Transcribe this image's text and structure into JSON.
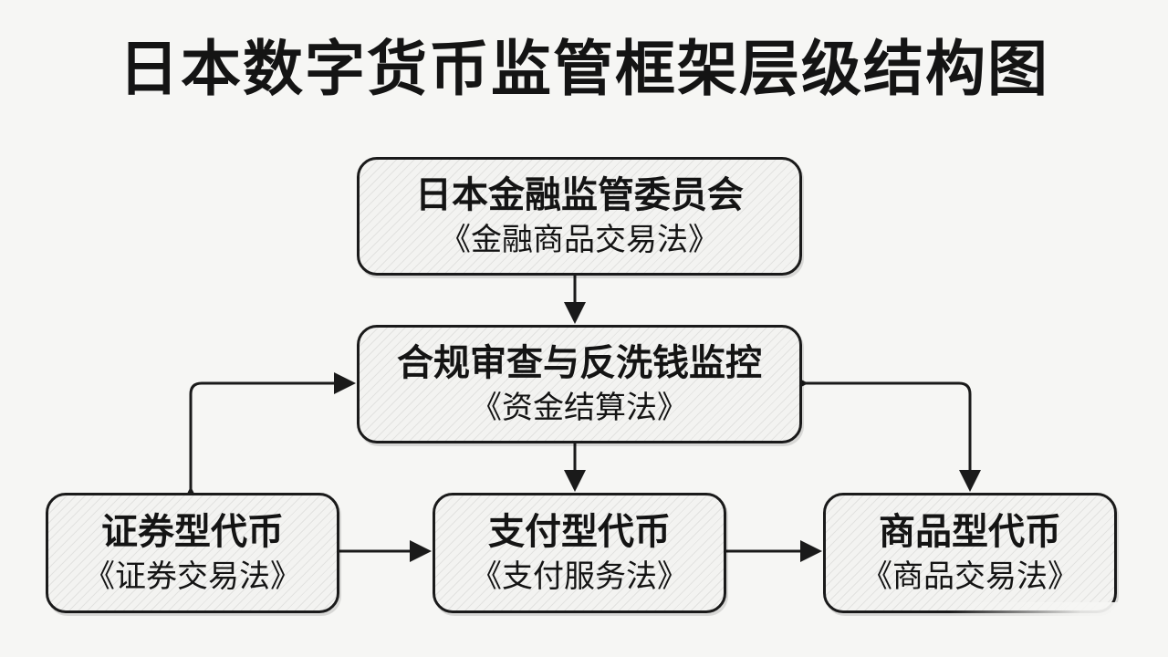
{
  "title": "日本数字货币监管框架层级结构图",
  "nodes": {
    "fsa": {
      "name": "日本金融监管委员会",
      "law": "《金融商品交易法》"
    },
    "aml": {
      "name": "合规审查与反洗钱监控",
      "law": "《资金结算法》"
    },
    "securities": {
      "name": "证券型代币",
      "law": "《证券交易法》"
    },
    "payment": {
      "name": "支付型代币",
      "law": "《支付服务法》"
    },
    "commodity": {
      "name": "商品型代币",
      "law": "《商品交易法》"
    }
  },
  "colors": {
    "ink": "#1a1a1a",
    "background": "#f6f6f4"
  }
}
